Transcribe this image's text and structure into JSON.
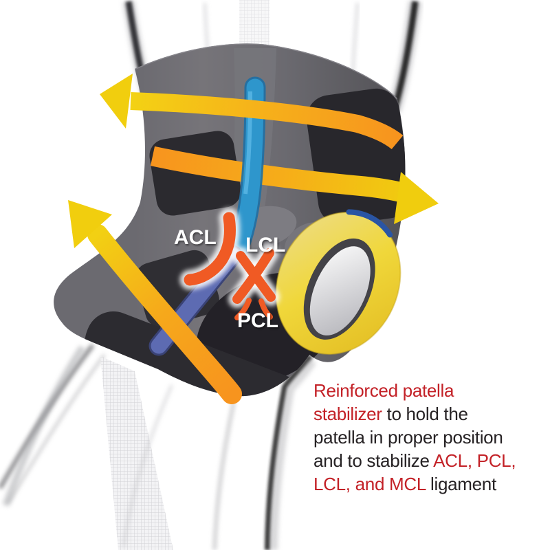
{
  "labels": {
    "acl": "ACL",
    "lcl": "LCL",
    "pcl": "PCL"
  },
  "caption": {
    "lines": [
      {
        "segments": [
          {
            "text": "Reinforced patella",
            "color_class": "seg-red"
          }
        ]
      },
      {
        "segments": [
          {
            "text": "stabilizer",
            "color_class": "seg-red"
          },
          {
            "text": " to hold the",
            "color_class": "seg-black"
          }
        ]
      },
      {
        "segments": [
          {
            "text": "patella in proper position",
            "color_class": "seg-black"
          }
        ]
      },
      {
        "segments": [
          {
            "text": "and to stabilize ",
            "color_class": "seg-black"
          },
          {
            "text": "ACL, PCL,",
            "color_class": "seg-red"
          }
        ]
      },
      {
        "segments": [
          {
            "text": "LCL, and MCL",
            "color_class": "seg-red"
          },
          {
            "text": " ligament",
            "color_class": "seg-black"
          }
        ]
      }
    ]
  },
  "colors": {
    "accent_red": "#c32127",
    "text_black": "#262224",
    "arrow_yellow": "#f2d013",
    "strap_orange": "#f7941e",
    "support_strap_blue": "#2e96cc",
    "side_strap_blue": "#5d6bb2",
    "ligament_orange": "#f05a24",
    "ring_yellow": "#f0d73a",
    "ring_rim_navy": "#2a55a4",
    "brace_gray": "#6b6a70"
  }
}
